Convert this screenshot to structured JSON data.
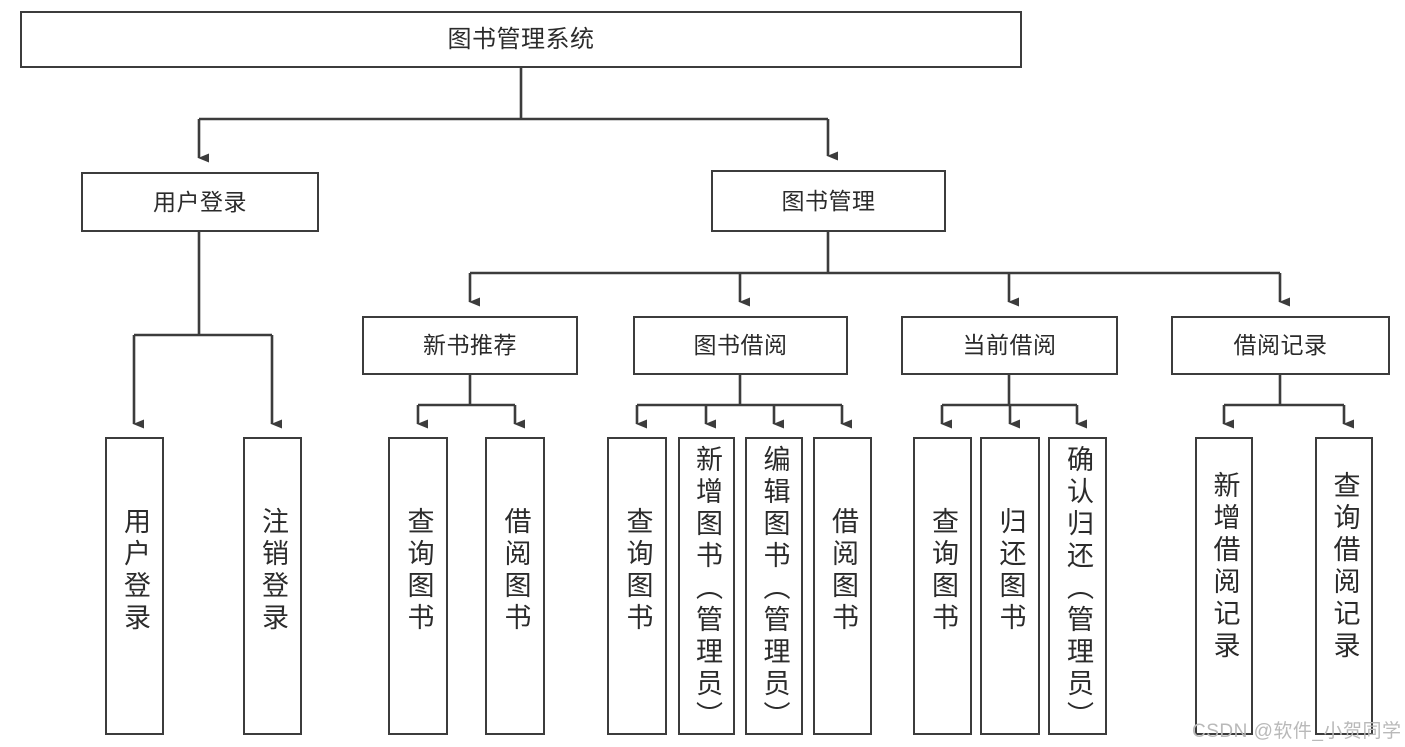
{
  "diagram": {
    "type": "tree-hierarchy-chart",
    "title": "图书管理系统",
    "stroke_color": "#3c3c3c",
    "background_color": "#ffffff",
    "text_color": "#2b2b2b",
    "root": {
      "label": "图书管理系统"
    },
    "level2": [
      {
        "id": "user-login",
        "label": "用户登录"
      },
      {
        "id": "book-manage",
        "label": "图书管理"
      }
    ],
    "level3": [
      {
        "id": "new-book-recommend",
        "label": "新书推荐"
      },
      {
        "id": "book-borrow",
        "label": "图书借阅"
      },
      {
        "id": "current-borrow",
        "label": "当前借阅"
      },
      {
        "id": "borrow-record",
        "label": "借阅记录"
      }
    ],
    "leaves": {
      "user_login": [
        {
          "id": "leaf-user-login",
          "label": "用户登录"
        },
        {
          "id": "leaf-user-logout",
          "label": "注销登录"
        }
      ],
      "new_book_recommend": [
        {
          "id": "leaf-query-book-1",
          "label": "查询图书"
        },
        {
          "id": "leaf-borrow-book-1",
          "label": "借阅图书"
        }
      ],
      "book_borrow": [
        {
          "id": "leaf-query-book-2",
          "label": "查询图书"
        },
        {
          "id": "leaf-add-book",
          "label": "新增图书（管理员）"
        },
        {
          "id": "leaf-edit-book",
          "label": "编辑图书（管理员）"
        },
        {
          "id": "leaf-borrow-book-2",
          "label": "借阅图书"
        }
      ],
      "current_borrow": [
        {
          "id": "leaf-query-book-3",
          "label": "查询图书"
        },
        {
          "id": "leaf-return-book",
          "label": "归还图书"
        },
        {
          "id": "leaf-confirm-return",
          "label": "确认归还（管理员）"
        }
      ],
      "borrow_record": [
        {
          "id": "leaf-add-borrow-record",
          "label": "新增借阅记录"
        },
        {
          "id": "leaf-query-borrow-record",
          "label": "查询借阅记录"
        }
      ]
    }
  },
  "watermark": {
    "text": "CSDN @软件_小贺同学",
    "color": "#b9b9b9"
  }
}
